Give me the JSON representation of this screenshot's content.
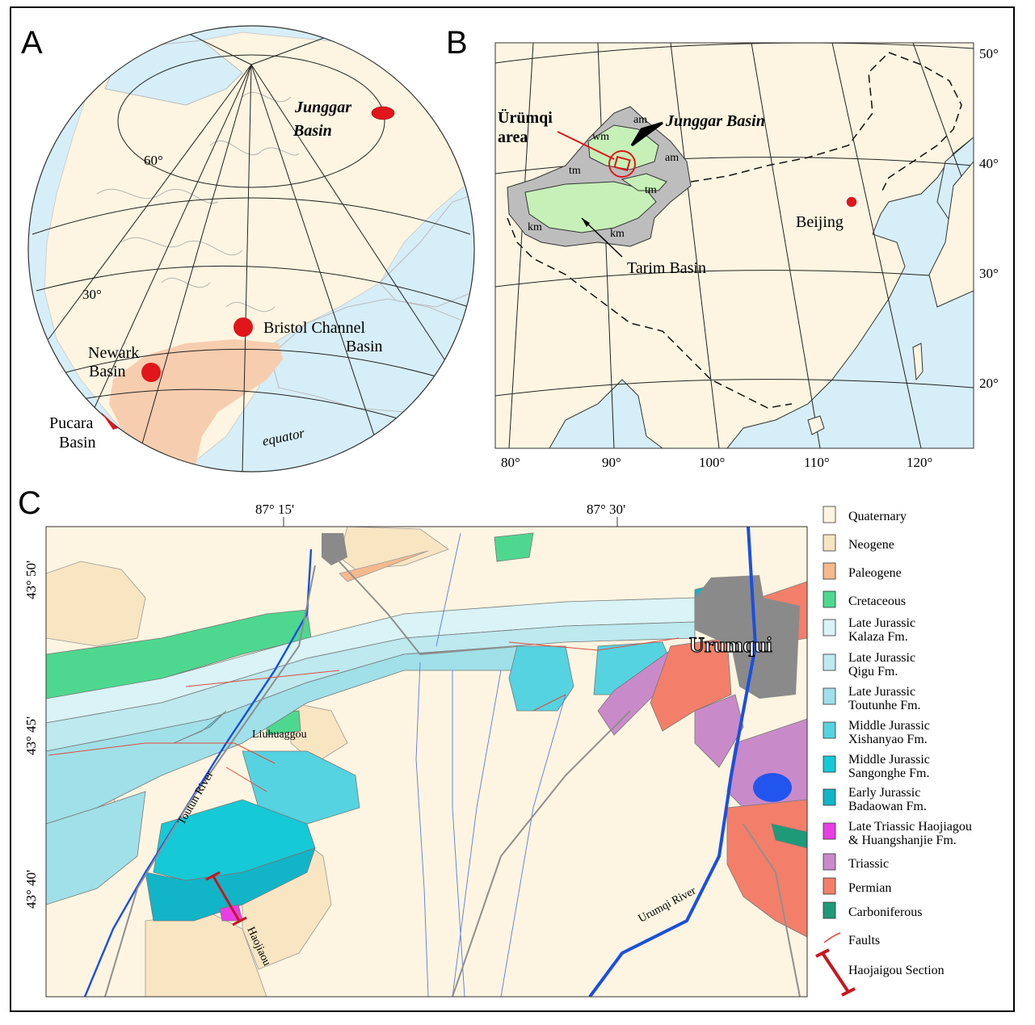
{
  "panels": {
    "a": {
      "letter": "A",
      "labels": {
        "junggar": "Junggar",
        "basin_junggar": "Basin",
        "lat60": "60°",
        "lat30": "30°",
        "bristol1": "Bristol Channel",
        "bristol2": "Basin",
        "newark1": "Newark",
        "newark2": "Basin",
        "pucara1": "Pucara",
        "pucara2": "Basin",
        "equator": "equator"
      }
    },
    "b": {
      "letter": "B",
      "labels": {
        "urumqi1": "Ürümqi",
        "urumqi2": "area",
        "junggar_basin": "Junggar Basin",
        "tarim_basin": "Tarim Basin",
        "beijing": "Beijing",
        "am1": "am",
        "am2": "am",
        "wm": "wm",
        "tm1": "tm",
        "tm2": "tm",
        "km1": "km",
        "km2": "km"
      },
      "lat_ticks": [
        "50°",
        "40°",
        "30°",
        "20°"
      ],
      "lon_ticks": [
        "80°",
        "90°",
        "100°",
        "110°",
        "120°"
      ]
    },
    "c": {
      "letter": "C",
      "lon_ticks": [
        "87° 15'",
        "87° 30'"
      ],
      "lat_ticks": [
        "43° 50'",
        "43° 45'",
        "43° 40'"
      ],
      "labels": {
        "urumqui": "Urumqui",
        "liuhuaggou": "Liuhuaggou",
        "toutun_river": "Toutun River",
        "haojiaou": "Haojiaou",
        "urumqi_river": "Urumqi River"
      }
    }
  },
  "legend": [
    {
      "lines": [
        "Quaternary"
      ],
      "color": "#fdf5e1"
    },
    {
      "lines": [
        "Neogene"
      ],
      "color": "#f8e5c2"
    },
    {
      "lines": [
        "Paleogene"
      ],
      "color": "#f6b98e"
    },
    {
      "lines": [
        "Cretaceous"
      ],
      "color": "#4ed88f"
    },
    {
      "lines": [
        "Late Jurassic",
        "Kalaza Fm."
      ],
      "color": "#d9f3f6"
    },
    {
      "lines": [
        "Late Jurassic",
        "Qigu Fm."
      ],
      "color": "#bde9ef"
    },
    {
      "lines": [
        "Late Jurassic",
        "Toutunhe Fm."
      ],
      "color": "#a0e0e8"
    },
    {
      "lines": [
        "Middle Jurassic",
        "Xishanyao Fm."
      ],
      "color": "#55d3e0"
    },
    {
      "lines": [
        "Middle Jurassic",
        "Sangonghe Fm."
      ],
      "color": "#16c9d6"
    },
    {
      "lines": [
        "Early Jurassic",
        "Badaowan Fm."
      ],
      "color": "#12b4c8"
    },
    {
      "lines": [
        "Late Triassic Haojiagou",
        "& Huangshanjie Fm."
      ],
      "color": "#e83ee6"
    },
    {
      "lines": [
        "Triassic"
      ],
      "color": "#c98ac9"
    },
    {
      "lines": [
        "Permian"
      ],
      "color": "#f37f6a"
    },
    {
      "lines": [
        "Carboniferous"
      ],
      "color": "#1f9a78"
    },
    {
      "lines": [
        "Faults"
      ],
      "color": "#e24a3a"
    },
    {
      "lines": [
        "Haojaigou Section"
      ],
      "color": "#c8161f"
    }
  ],
  "colors": {
    "ocean": "#d6eef8",
    "land": "#fdf5e1",
    "junggar_green": "#c6f0b8",
    "mountain_gray": "#bdbdbd",
    "marker_red": "#e0161b",
    "river_blue": "#1a4fe0",
    "city_gray": "#8a8a8a"
  }
}
